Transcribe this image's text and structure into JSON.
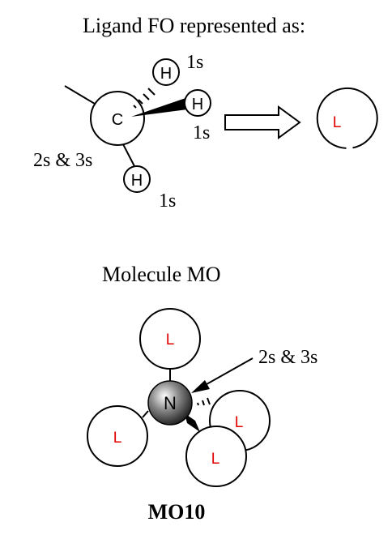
{
  "ligand_section": {
    "title": "Ligand FO represented as:",
    "carbon_atom": "C",
    "hydrogen_atom": "H",
    "orbital_label_carbon": "2s & 3s",
    "orbital_label_hydrogen": "1s",
    "ligand_symbol": "L"
  },
  "molecule_section": {
    "title": "Molecule MO",
    "central_atom": "N",
    "ligand_symbol": "L",
    "orbital_label": "2s & 3s",
    "caption": "MO10"
  },
  "colors": {
    "ligand_letter": "#e00000",
    "lines": "#000000",
    "background": "#ffffff"
  }
}
